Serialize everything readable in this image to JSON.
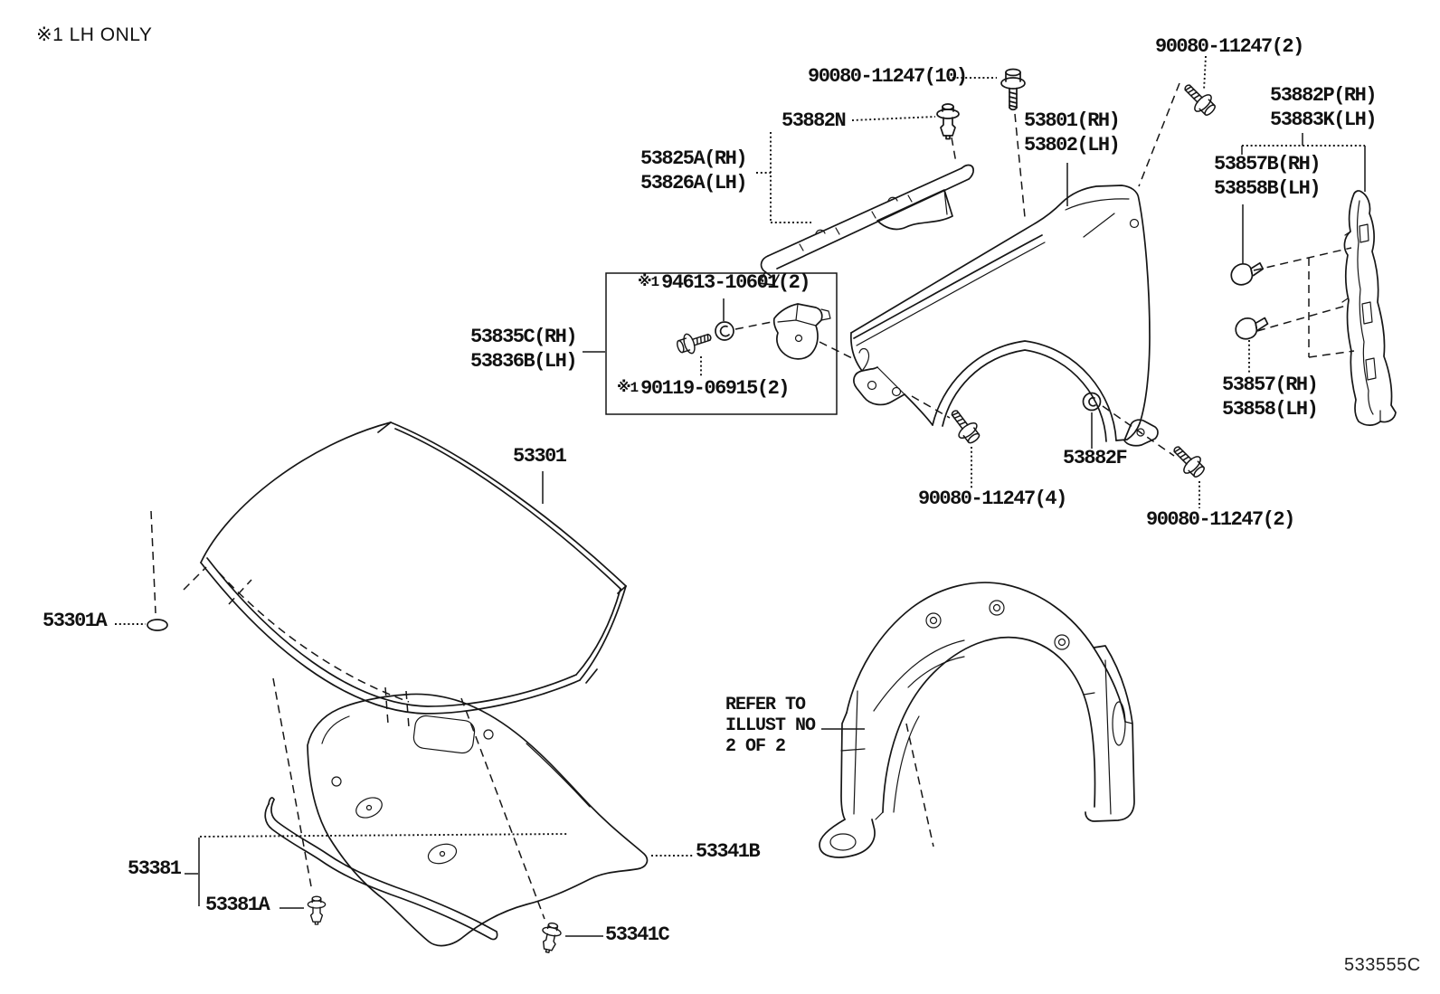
{
  "note_lh_only": "※1 LH ONLY",
  "diagram_code": "533555C",
  "refer_note": {
    "line1": "REFER TO",
    "line2": "ILLUST NO",
    "line3": "2 OF 2"
  },
  "parts": {
    "bolt_10": "90080-11247(10)",
    "bolt_2_top": "90080-11247(2)",
    "bolt_4": "90080-11247(4)",
    "bolt_2_bottom": "90080-11247(2)",
    "clip_53882n": "53882N",
    "fender_rh": "53801(RH)",
    "fender_lh": "53802(LH)",
    "louver_rh": "53825A(RH)",
    "louver_lh": "53826A(LH)",
    "retainer_rh": "53882P(RH)",
    "retainer_lh": "53883K(LH)",
    "pad_rh": "53857B(RH)",
    "pad_lh": "53858B(LH)",
    "washer": {
      "prefix": "※1",
      "number": "94613-10601(2)"
    },
    "washer_bolt": {
      "prefix": "※1",
      "number": "90119-06915(2)"
    },
    "brace_rh": "53835C(RH)",
    "brace_lh": "53836B(LH)",
    "protector_rh": "53857(RH)",
    "protector_lh": "53858(LH)",
    "hood": "53301",
    "hood_plug": "53301A",
    "grommet": "53882F",
    "seal": "53381",
    "seal_clip": "53381A",
    "insulator": "53341B",
    "insulator_clip": "53341C"
  }
}
